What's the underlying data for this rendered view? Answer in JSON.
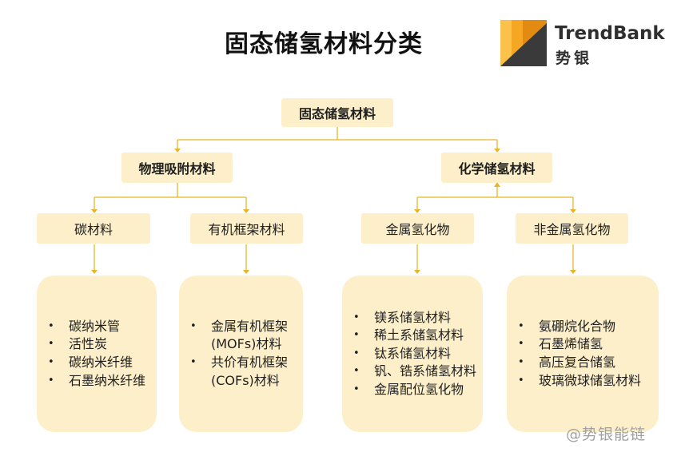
{
  "title": "固态储氢材料分类",
  "logo": {
    "name_en": "TrendBank",
    "name_cn": "势银"
  },
  "root": "固态储氢材料",
  "branches": {
    "physical": "物理吸附材料",
    "chemical": "化学储氢材料"
  },
  "categories": {
    "carbon": "碳材料",
    "organic_framework": "有机框架材料",
    "metal_hydride": "金属氢化物",
    "nonmetal_hydride": "非金属氢化物"
  },
  "leaves": {
    "carbon": [
      "碳纳米管",
      "活性炭",
      "碳纳米纤维",
      "石墨纳米纤维"
    ],
    "organic_framework": [
      "金属有机框架(MOFs)材料",
      "共价有机框架(COFs)材料"
    ],
    "metal_hydride": [
      "镁系储氢材料",
      "稀土系储氢材料",
      "钛系储氢材料",
      "钒、锆系储氢材料",
      "金属配位氢化物"
    ],
    "nonmetal_hydride": [
      "氨硼烷化合物",
      "石墨烯储氢",
      "高压复合储氢",
      "玻璃微球储氢材料"
    ]
  },
  "watermark": "@势银能链",
  "colors": {
    "box_fill": "#fcefc9",
    "connector": "#e8b625",
    "logo_light": "#fbc24b",
    "logo_dark": "#e28a12",
    "logo_gray": "#3a3a3a"
  }
}
